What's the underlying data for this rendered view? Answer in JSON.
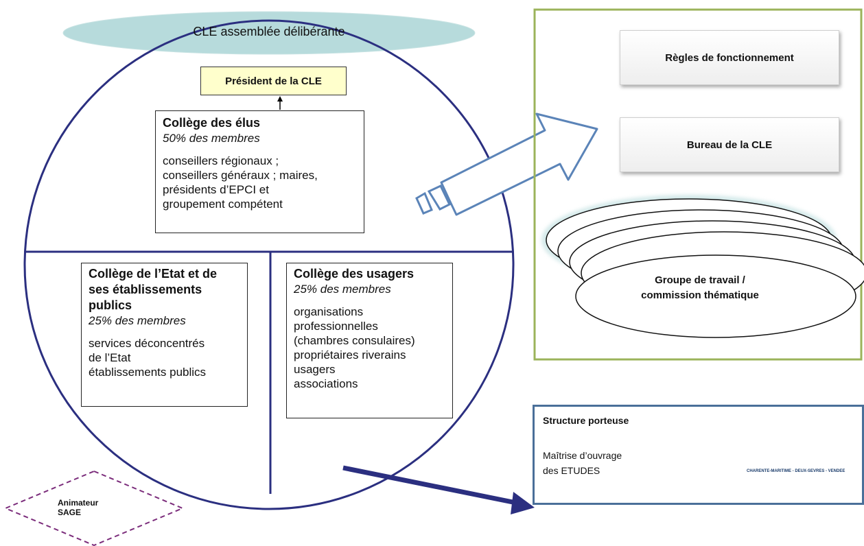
{
  "cle": {
    "title": "CLE assemblée délibérante",
    "president": "Président de la CLE"
  },
  "colleges": {
    "elus": {
      "title": "Collège des élus",
      "share": "50% des membres",
      "members": [
        "conseillers régionaux ;",
        "conseillers généraux ; maires,",
        "présidents d’EPCI et",
        "groupement compétent"
      ]
    },
    "etat": {
      "title_lines": [
        "Collège de l’Etat et de",
        "ses établissements",
        "publics"
      ],
      "share": "25% des membres",
      "members": [
        "services déconcentrés",
        "de l’Etat",
        "établissements publics"
      ]
    },
    "usagers": {
      "title": "Collège des usagers",
      "share": "25% des membres",
      "members": [
        "organisations",
        "professionnelles",
        "(chambres consulaires)",
        "propriétaires  riverains",
        "usagers",
        "associations"
      ]
    }
  },
  "right_panel": {
    "regles": "Règles de fonctionnement",
    "bureau": "Bureau de la CLE",
    "groupe_lines": [
      "Groupe de travail /",
      "commission thématique"
    ]
  },
  "structure": {
    "title": "Structure porteuse",
    "desc_lines": [
      "Maîtrise d’ouvrage",
      "des ETUDES"
    ],
    "logo_caption": "CHARENTE-MARITIME - DEUX-SEVRES - VENDEE"
  },
  "animateur_lines": [
    "Animateur",
    "SAGE"
  ],
  "colors": {
    "circle": "#2b2f80",
    "ellipse_header": "#b7dbdc",
    "green_frame": "#9bb35a",
    "arrow_outline": "#5b84b8",
    "structure_border": "#4a6f99",
    "animateur_dash": "#7b2c7b",
    "president_fill": "#ffffcc"
  }
}
